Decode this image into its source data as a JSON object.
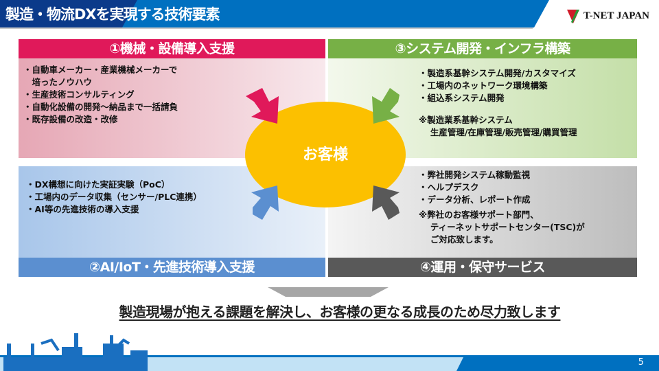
{
  "header": {
    "title": "製造・物流DXを実現する技術要素",
    "logo_text": "T-NET JAPAN"
  },
  "center": {
    "label": "お客様"
  },
  "quadrants": [
    {
      "title": "①機械・設備導入支援",
      "color": "#e0195a",
      "items": [
        "・自動車メーカー・産業機械メーカーで",
        "　培ったノウハウ",
        "・生産技術コンサルティング",
        "・自動化設備の開発～納品まで一括請負",
        "・既存設備の改造・改修"
      ]
    },
    {
      "title": "③システム開発・インフラ構築",
      "color": "#77b046",
      "items": [
        "・製造系基幹システム開発/カスタマイズ",
        "・工場内のネットワーク環境構築",
        "・組込系システム開発"
      ],
      "notes": [
        "※製造業系基幹システム",
        "　 生産管理/在庫管理/販売管理/購買管理"
      ]
    },
    {
      "title": "②AI/IoT・先進技術導入支援",
      "color": "#5b8fd0",
      "items": [
        "・DX構想に向けた実証実験（PoC）",
        "・工場内のデータ収集（センサー/PLC連携）",
        "・AI等の先進技術の導入支援"
      ]
    },
    {
      "title": "④運用・保守サービス",
      "color": "#595959",
      "items": [
        "・弊社開発システム稼動監視",
        "・ヘルプデスク",
        "・データ分析、レポート作成"
      ],
      "notes": [
        "※弊社のお客様サポート部門、",
        "　 ティーネットサポートセンター(TSC)が",
        "　 ご対応致します。"
      ]
    }
  ],
  "tagline": "製造現場が抱える課題を解決し、お客様の更なる成長のため尽力致します",
  "page_number": "5"
}
